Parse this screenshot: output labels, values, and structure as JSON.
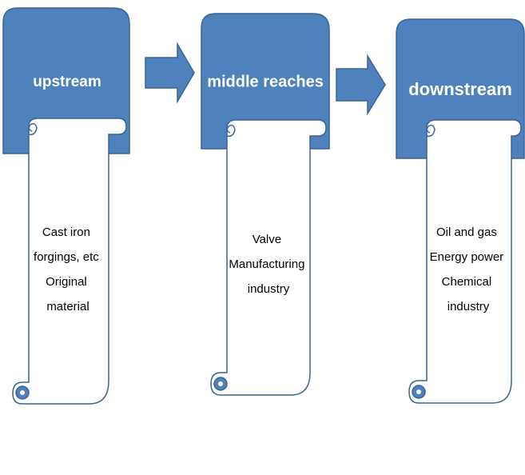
{
  "colors": {
    "box_fill": "#4F81BD",
    "box_stroke": "#3A6496",
    "scroll_fill": "#FFFFFF",
    "scroll_stroke": "#3A6496",
    "arrow_fill": "#4F81BD"
  },
  "stages": [
    {
      "title": "upstream",
      "lines": [
        "Cast iron",
        "forgings, etc",
        "Original",
        "material"
      ]
    },
    {
      "title": "middle reaches",
      "lines": [
        "Valve",
        "Manufacturing",
        "industry"
      ]
    },
    {
      "title": "downstream",
      "lines": [
        "Oil and gas",
        "Energy power",
        "Chemical",
        "industry"
      ]
    }
  ]
}
